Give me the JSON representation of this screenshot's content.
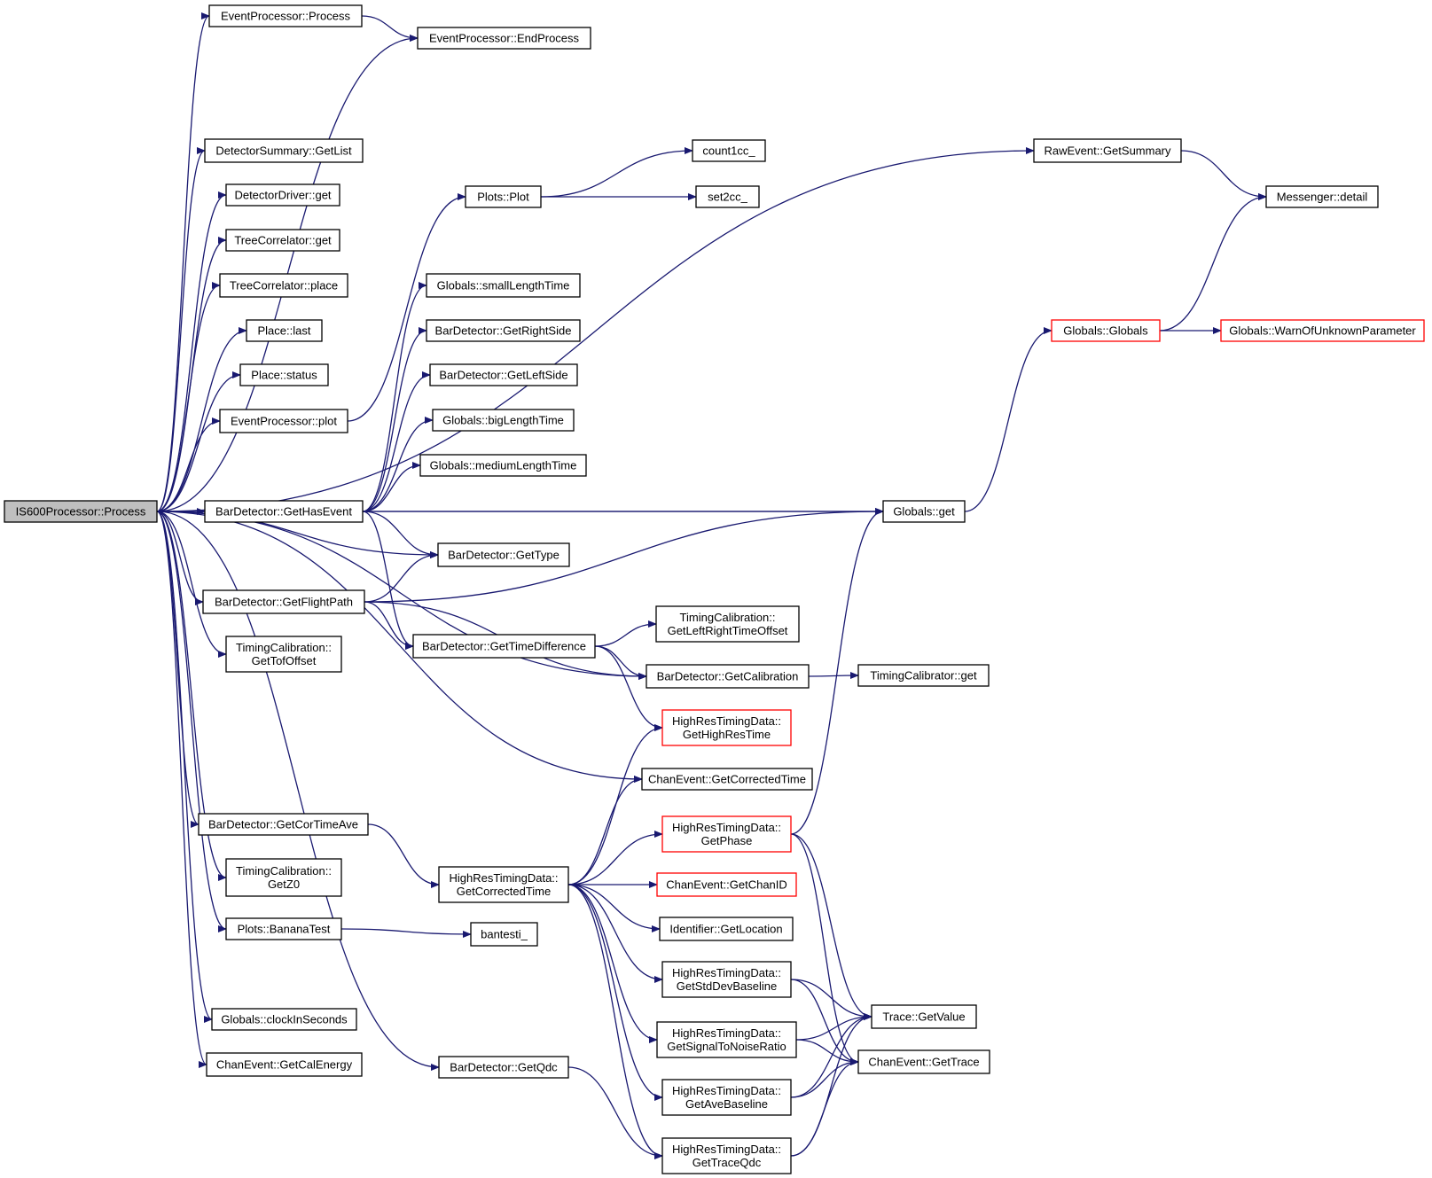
{
  "graph": {
    "edge_color": "#191970",
    "highlight_color": "#bfbfbf",
    "incomplete_color": "#ff0000",
    "nodes": [
      {
        "id": "root",
        "lines": [
          "IS600Processor::Process"
        ],
        "kind": "root"
      },
      {
        "id": "ep_process",
        "lines": [
          "EventProcessor::Process"
        ]
      },
      {
        "id": "ep_endprocess",
        "lines": [
          "EventProcessor::EndProcess"
        ]
      },
      {
        "id": "ds_getlist",
        "lines": [
          "DetectorSummary::GetList"
        ]
      },
      {
        "id": "dd_get",
        "lines": [
          "DetectorDriver::get"
        ]
      },
      {
        "id": "tc_get",
        "lines": [
          "TreeCorrelator::get"
        ]
      },
      {
        "id": "tc_place",
        "lines": [
          "TreeCorrelator::place"
        ]
      },
      {
        "id": "place_last",
        "lines": [
          "Place::last"
        ]
      },
      {
        "id": "place_status",
        "lines": [
          "Place::status"
        ]
      },
      {
        "id": "ep_plot",
        "lines": [
          "EventProcessor::plot"
        ]
      },
      {
        "id": "bd_gethasevent",
        "lines": [
          "BarDetector::GetHasEvent"
        ]
      },
      {
        "id": "bd_getflightpath",
        "lines": [
          "BarDetector::GetFlightPath"
        ]
      },
      {
        "id": "tcal_gettofoffset",
        "lines": [
          "TimingCalibration::",
          "GetTofOffset"
        ]
      },
      {
        "id": "bd_getcortimeave",
        "lines": [
          "BarDetector::GetCorTimeAve"
        ]
      },
      {
        "id": "tcal_getz0",
        "lines": [
          "TimingCalibration::",
          "GetZ0"
        ]
      },
      {
        "id": "plots_bananatest",
        "lines": [
          "Plots::BananaTest"
        ]
      },
      {
        "id": "g_clockinseconds",
        "lines": [
          "Globals::clockInSeconds"
        ]
      },
      {
        "id": "ce_getcalenergy",
        "lines": [
          "ChanEvent::GetCalEnergy"
        ]
      },
      {
        "id": "plots_plot",
        "lines": [
          "Plots::Plot"
        ]
      },
      {
        "id": "count1cc",
        "lines": [
          "count1cc_"
        ]
      },
      {
        "id": "set2cc",
        "lines": [
          "set2cc_"
        ]
      },
      {
        "id": "g_smalllength",
        "lines": [
          "Globals::smallLengthTime"
        ]
      },
      {
        "id": "bd_getrightside",
        "lines": [
          "BarDetector::GetRightSide"
        ]
      },
      {
        "id": "bd_getleftside",
        "lines": [
          "BarDetector::GetLeftSide"
        ]
      },
      {
        "id": "g_biglength",
        "lines": [
          "Globals::bigLengthTime"
        ]
      },
      {
        "id": "g_mediumlength",
        "lines": [
          "Globals::mediumLengthTime"
        ]
      },
      {
        "id": "bd_gettype",
        "lines": [
          "BarDetector::GetType"
        ]
      },
      {
        "id": "bd_gettimediff",
        "lines": [
          "BarDetector::GetTimeDifference"
        ]
      },
      {
        "id": "hrtd_getcorrectedtime",
        "lines": [
          "HighResTimingData::",
          "GetCorrectedTime"
        ]
      },
      {
        "id": "bantesti",
        "lines": [
          "bantesti_"
        ]
      },
      {
        "id": "bd_getqdc",
        "lines": [
          "BarDetector::GetQdc"
        ]
      },
      {
        "id": "tcal_getlrto",
        "lines": [
          "TimingCalibration::",
          "GetLeftRightTimeOffset"
        ]
      },
      {
        "id": "bd_getcalibration",
        "lines": [
          "BarDetector::GetCalibration"
        ]
      },
      {
        "id": "hrtd_gethighrestime",
        "lines": [
          "HighResTimingData::",
          "GetHighResTime"
        ],
        "kind": "red"
      },
      {
        "id": "ce_getcorrectedtime",
        "lines": [
          "ChanEvent::GetCorrectedTime"
        ]
      },
      {
        "id": "hrtd_getphase",
        "lines": [
          "HighResTimingData::",
          "GetPhase"
        ],
        "kind": "red"
      },
      {
        "id": "ce_getchanid",
        "lines": [
          "ChanEvent::GetChanID"
        ],
        "kind": "red"
      },
      {
        "id": "id_getlocation",
        "lines": [
          "Identifier::GetLocation"
        ]
      },
      {
        "id": "hrtd_getstddev",
        "lines": [
          "HighResTimingData::",
          "GetStdDevBaseline"
        ]
      },
      {
        "id": "hrtd_getsnr",
        "lines": [
          "HighResTimingData::",
          "GetSignalToNoiseRatio"
        ]
      },
      {
        "id": "hrtd_getavebaseline",
        "lines": [
          "HighResTimingData::",
          "GetAveBaseline"
        ]
      },
      {
        "id": "hrtd_gettraceqdc",
        "lines": [
          "HighResTimingData::",
          "GetTraceQdc"
        ]
      },
      {
        "id": "rawevent_getsummary",
        "lines": [
          "RawEvent::GetSummary"
        ]
      },
      {
        "id": "globals_get",
        "lines": [
          "Globals::get"
        ]
      },
      {
        "id": "tcalibrator_get",
        "lines": [
          "TimingCalibrator::get"
        ]
      },
      {
        "id": "trace_getvalue",
        "lines": [
          "Trace::GetValue"
        ]
      },
      {
        "id": "ce_gettrace",
        "lines": [
          "ChanEvent::GetTrace"
        ]
      },
      {
        "id": "messenger_detail",
        "lines": [
          "Messenger::detail"
        ]
      },
      {
        "id": "globals_globals",
        "lines": [
          "Globals::Globals"
        ],
        "kind": "red"
      },
      {
        "id": "globals_warn",
        "lines": [
          "Globals::WarnOfUnknownParameter"
        ],
        "kind": "red"
      }
    ],
    "edges": [
      [
        "root",
        "ep_process"
      ],
      [
        "root",
        "ep_endprocess"
      ],
      [
        "root",
        "rawevent_getsummary"
      ],
      [
        "root",
        "ds_getlist"
      ],
      [
        "root",
        "dd_get"
      ],
      [
        "root",
        "tc_get"
      ],
      [
        "root",
        "tc_place"
      ],
      [
        "root",
        "place_last"
      ],
      [
        "root",
        "place_status"
      ],
      [
        "root",
        "ep_plot"
      ],
      [
        "root",
        "globals_get"
      ],
      [
        "root",
        "bd_gethasevent"
      ],
      [
        "root",
        "bd_gettype"
      ],
      [
        "root",
        "bd_getflightpath"
      ],
      [
        "root",
        "tcal_gettofoffset"
      ],
      [
        "root",
        "bd_getcalibration"
      ],
      [
        "root",
        "ce_getcorrectedtime"
      ],
      [
        "root",
        "bd_getcortimeave"
      ],
      [
        "root",
        "tcal_getz0"
      ],
      [
        "root",
        "plots_bananatest"
      ],
      [
        "root",
        "bd_getqdc"
      ],
      [
        "root",
        "g_clockinseconds"
      ],
      [
        "root",
        "ce_getcalenergy"
      ],
      [
        "ep_process",
        "ep_endprocess"
      ],
      [
        "ep_plot",
        "plots_plot"
      ],
      [
        "plots_plot",
        "count1cc"
      ],
      [
        "plots_plot",
        "set2cc"
      ],
      [
        "bd_gethasevent",
        "g_smalllength"
      ],
      [
        "bd_gethasevent",
        "bd_getrightside"
      ],
      [
        "bd_gethasevent",
        "bd_getleftside"
      ],
      [
        "bd_gethasevent",
        "g_biglength"
      ],
      [
        "bd_gethasevent",
        "g_mediumlength"
      ],
      [
        "bd_gethasevent",
        "globals_get"
      ],
      [
        "bd_gethasevent",
        "bd_gettype"
      ],
      [
        "bd_gethasevent",
        "bd_gettimediff"
      ],
      [
        "bd_getflightpath",
        "bd_gettype"
      ],
      [
        "bd_getflightpath",
        "globals_get"
      ],
      [
        "bd_getflightpath",
        "bd_gettimediff"
      ],
      [
        "bd_getflightpath",
        "bd_getcalibration"
      ],
      [
        "bd_gettimediff",
        "tcal_getlrto"
      ],
      [
        "bd_gettimediff",
        "bd_getcalibration"
      ],
      [
        "bd_gettimediff",
        "hrtd_gethighrestime"
      ],
      [
        "bd_getcalibration",
        "tcalibrator_get"
      ],
      [
        "bd_getcortimeave",
        "hrtd_getcorrectedtime"
      ],
      [
        "hrtd_getcorrectedtime",
        "hrtd_gethighrestime"
      ],
      [
        "hrtd_getcorrectedtime",
        "ce_getcorrectedtime"
      ],
      [
        "hrtd_getcorrectedtime",
        "hrtd_getphase"
      ],
      [
        "hrtd_getcorrectedtime",
        "ce_getchanid"
      ],
      [
        "hrtd_getcorrectedtime",
        "id_getlocation"
      ],
      [
        "hrtd_getcorrectedtime",
        "hrtd_getstddev"
      ],
      [
        "hrtd_getcorrectedtime",
        "hrtd_getsnr"
      ],
      [
        "hrtd_getcorrectedtime",
        "hrtd_getavebaseline"
      ],
      [
        "hrtd_getcorrectedtime",
        "hrtd_gettraceqdc"
      ],
      [
        "plots_bananatest",
        "bantesti"
      ],
      [
        "bd_getqdc",
        "hrtd_gettraceqdc"
      ],
      [
        "hrtd_getphase",
        "globals_get"
      ],
      [
        "hrtd_getphase",
        "trace_getvalue"
      ],
      [
        "hrtd_getphase",
        "ce_gettrace"
      ],
      [
        "hrtd_getstddev",
        "trace_getvalue"
      ],
      [
        "hrtd_getstddev",
        "ce_gettrace"
      ],
      [
        "hrtd_getsnr",
        "trace_getvalue"
      ],
      [
        "hrtd_getsnr",
        "ce_gettrace"
      ],
      [
        "hrtd_getavebaseline",
        "trace_getvalue"
      ],
      [
        "hrtd_getavebaseline",
        "ce_gettrace"
      ],
      [
        "hrtd_gettraceqdc",
        "trace_getvalue"
      ],
      [
        "hrtd_gettraceqdc",
        "ce_gettrace"
      ],
      [
        "rawevent_getsummary",
        "messenger_detail"
      ],
      [
        "globals_get",
        "globals_globals"
      ],
      [
        "globals_globals",
        "messenger_detail"
      ],
      [
        "globals_globals",
        "globals_warn"
      ]
    ]
  }
}
